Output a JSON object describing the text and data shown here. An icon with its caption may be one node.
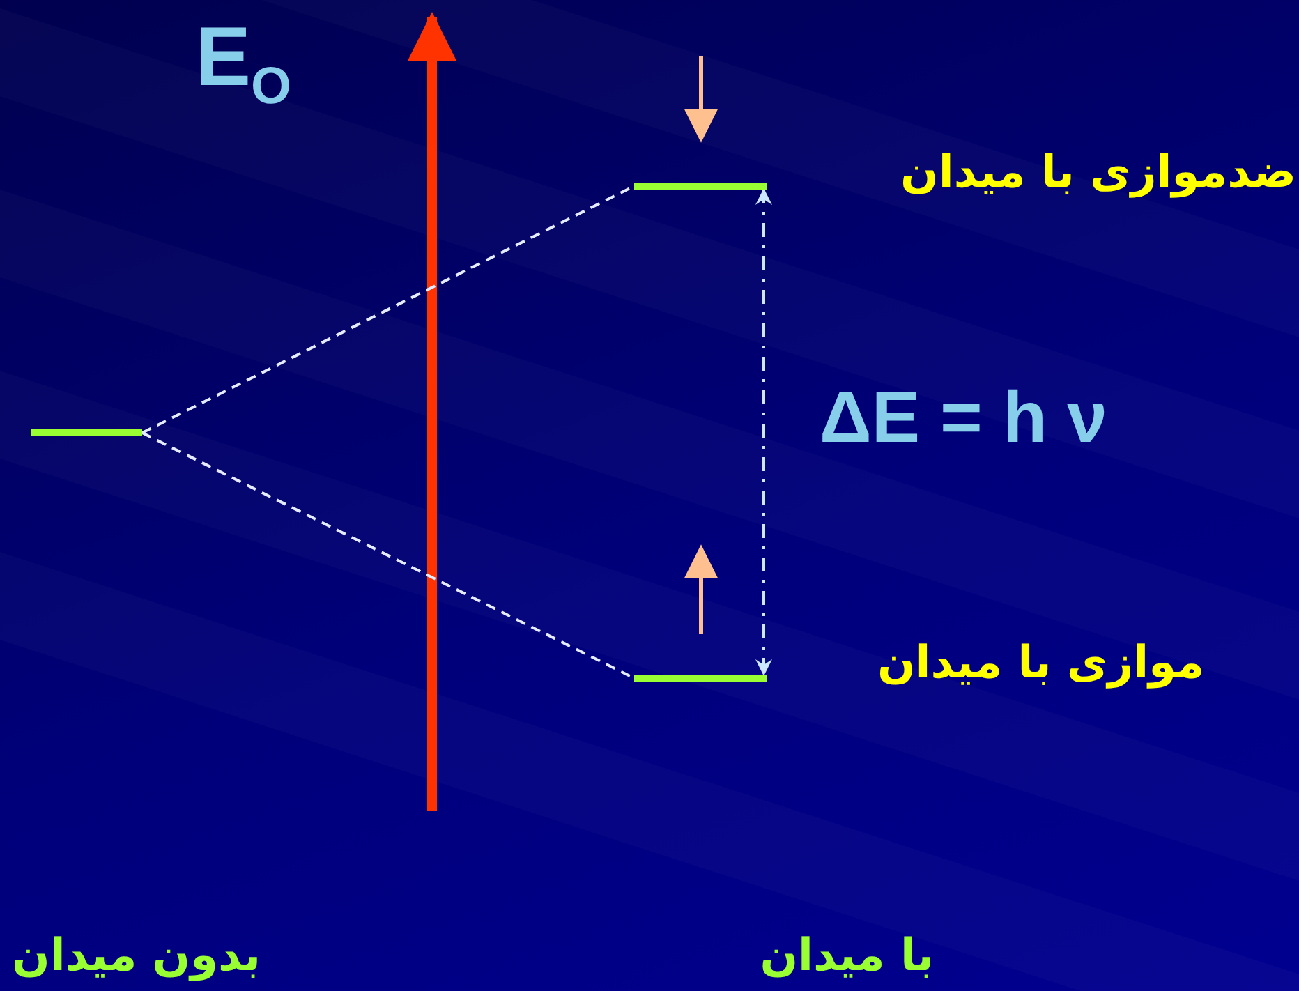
{
  "diagram": {
    "nodes": [
      {
        "text": [],
        "shape": "bar"
      },
      {
        "text": [],
        "shape": "bar",
        "beside": [
          "ضدموازی با میدان"
        ]
      },
      {
        "text": [],
        "shape": "bar",
        "beside": [
          "موازی با میدان"
        ]
      }
    ],
    "edges": [
      {
        "from": 0,
        "to": 1,
        "arrow": "none",
        "style": "dashed"
      },
      {
        "from": 0,
        "to": 2,
        "arrow": "none",
        "style": "dashed"
      },
      {
        "from": 1,
        "to": 2,
        "arrow": "both",
        "style": "dashed",
        "color": "#cce6ff"
      }
    ],
    "labels": [
      "E$_{O}$",
      "ΔE = h ν",
      "بدون میدان",
      "با میدان"
    ]
  }
}
